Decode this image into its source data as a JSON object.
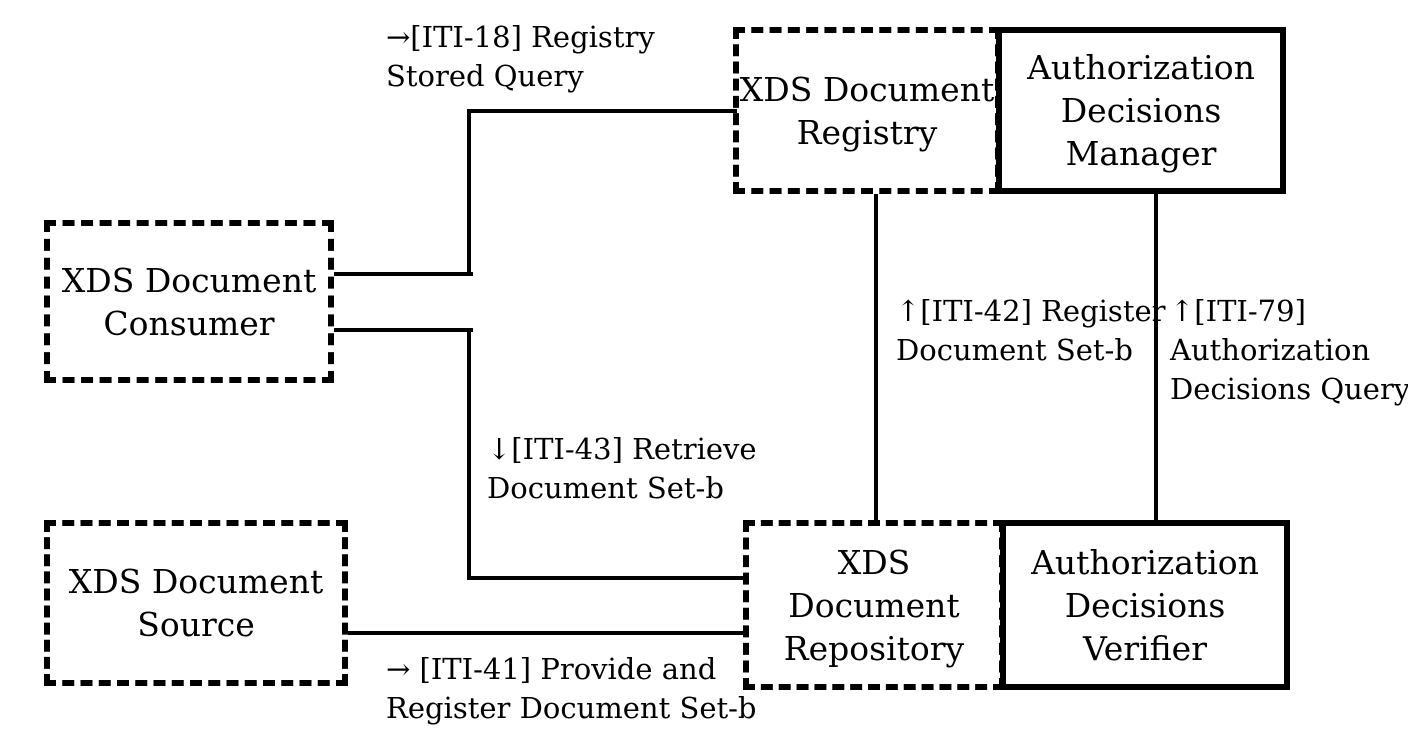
{
  "actors": {
    "registry": {
      "line1": "XDS Document",
      "line2": "Registry"
    },
    "adm": {
      "line1": "Authorization",
      "line2": "Decisions",
      "line3": "Manager"
    },
    "consumer": {
      "line1": "XDS Document",
      "line2": "Consumer"
    },
    "source": {
      "line1": "XDS Document",
      "line2": "Source"
    },
    "repository": {
      "line1": "XDS Document",
      "line2": "Repository"
    },
    "adv": {
      "line1": "Authorization",
      "line2": "Decisions",
      "line3": "Verifier"
    }
  },
  "transactions": {
    "iti18": {
      "line1": "→[ITI-18] Registry",
      "line2": "Stored Query"
    },
    "iti43": {
      "line1": "↓[ITI-43] Retrieve",
      "line2": "Document Set-b"
    },
    "iti42": {
      "line1": "↑[ITI-42] Register",
      "line2": "Document Set-b"
    },
    "iti79": {
      "line1": "↑[ITI-79]",
      "line2": "Authorization",
      "line3": "Decisions Query"
    },
    "iti41": {
      "line1": "→ [ITI-41] Provide and",
      "line2": "Register Document Set-b"
    }
  }
}
